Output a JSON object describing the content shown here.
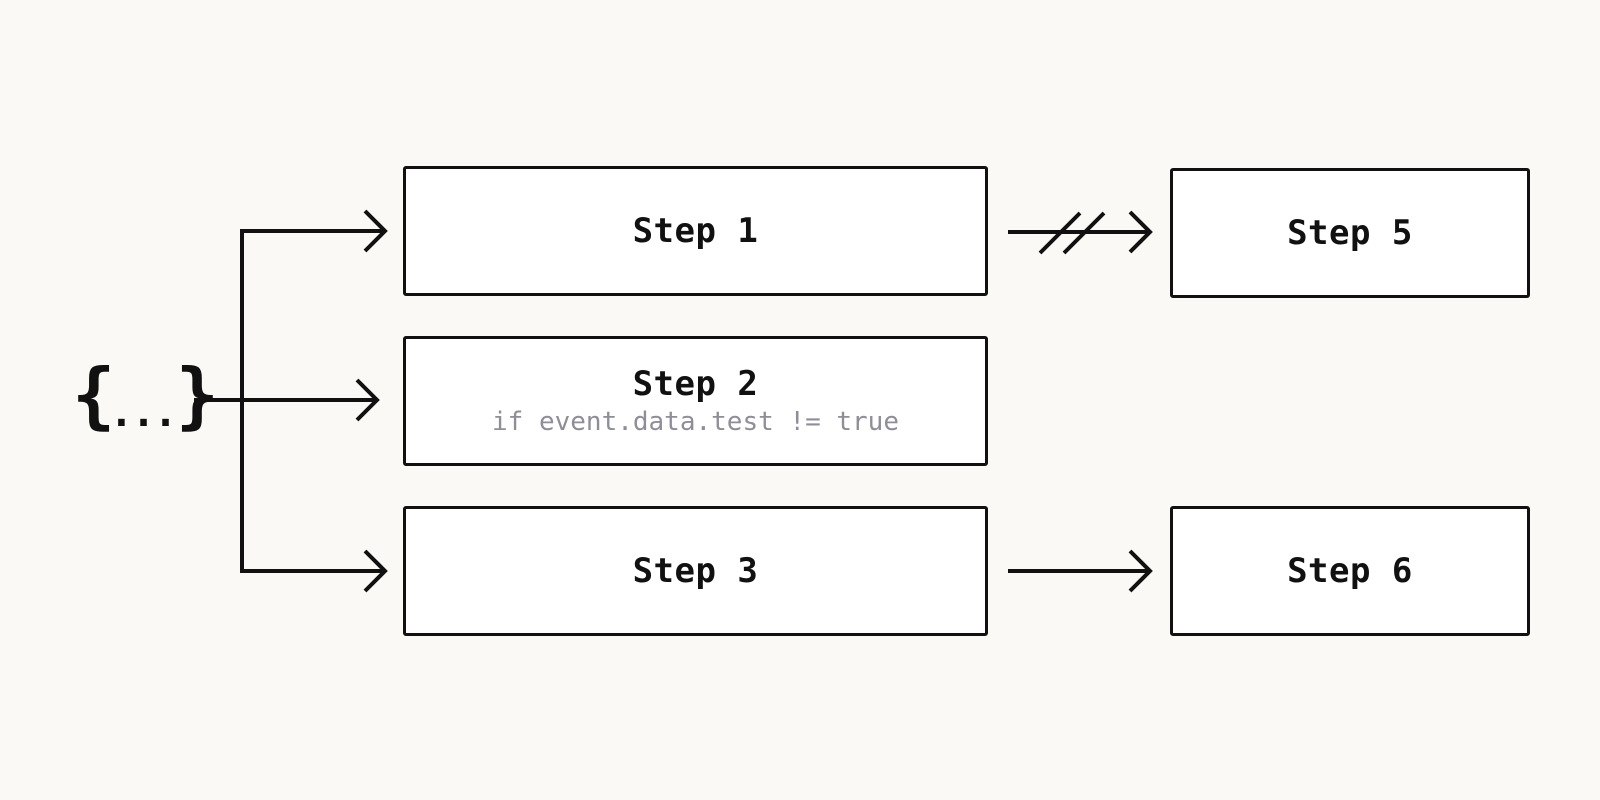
{
  "diagram": {
    "source": {
      "open_brace": "{",
      "ellipsis": "...",
      "close_brace": "}"
    },
    "steps": [
      {
        "id": "step1",
        "title": "Step 1",
        "condition": ""
      },
      {
        "id": "step2",
        "title": "Step 2",
        "condition": "if event.data.test != true"
      },
      {
        "id": "step3",
        "title": "Step 3",
        "condition": ""
      },
      {
        "id": "step5",
        "title": "Step 5",
        "condition": ""
      },
      {
        "id": "step6",
        "title": "Step 6",
        "condition": ""
      }
    ],
    "edges": [
      {
        "from": "source",
        "to": "step1",
        "style": "solid"
      },
      {
        "from": "source",
        "to": "step2",
        "style": "solid"
      },
      {
        "from": "source",
        "to": "step3",
        "style": "solid"
      },
      {
        "from": "step1",
        "to": "step5",
        "style": "broken"
      },
      {
        "from": "step3",
        "to": "step6",
        "style": "solid"
      }
    ],
    "colors": {
      "background": "#faf9f6",
      "stroke": "#111111",
      "box_fill": "#ffffff",
      "condition_text": "#8e8e98"
    }
  }
}
